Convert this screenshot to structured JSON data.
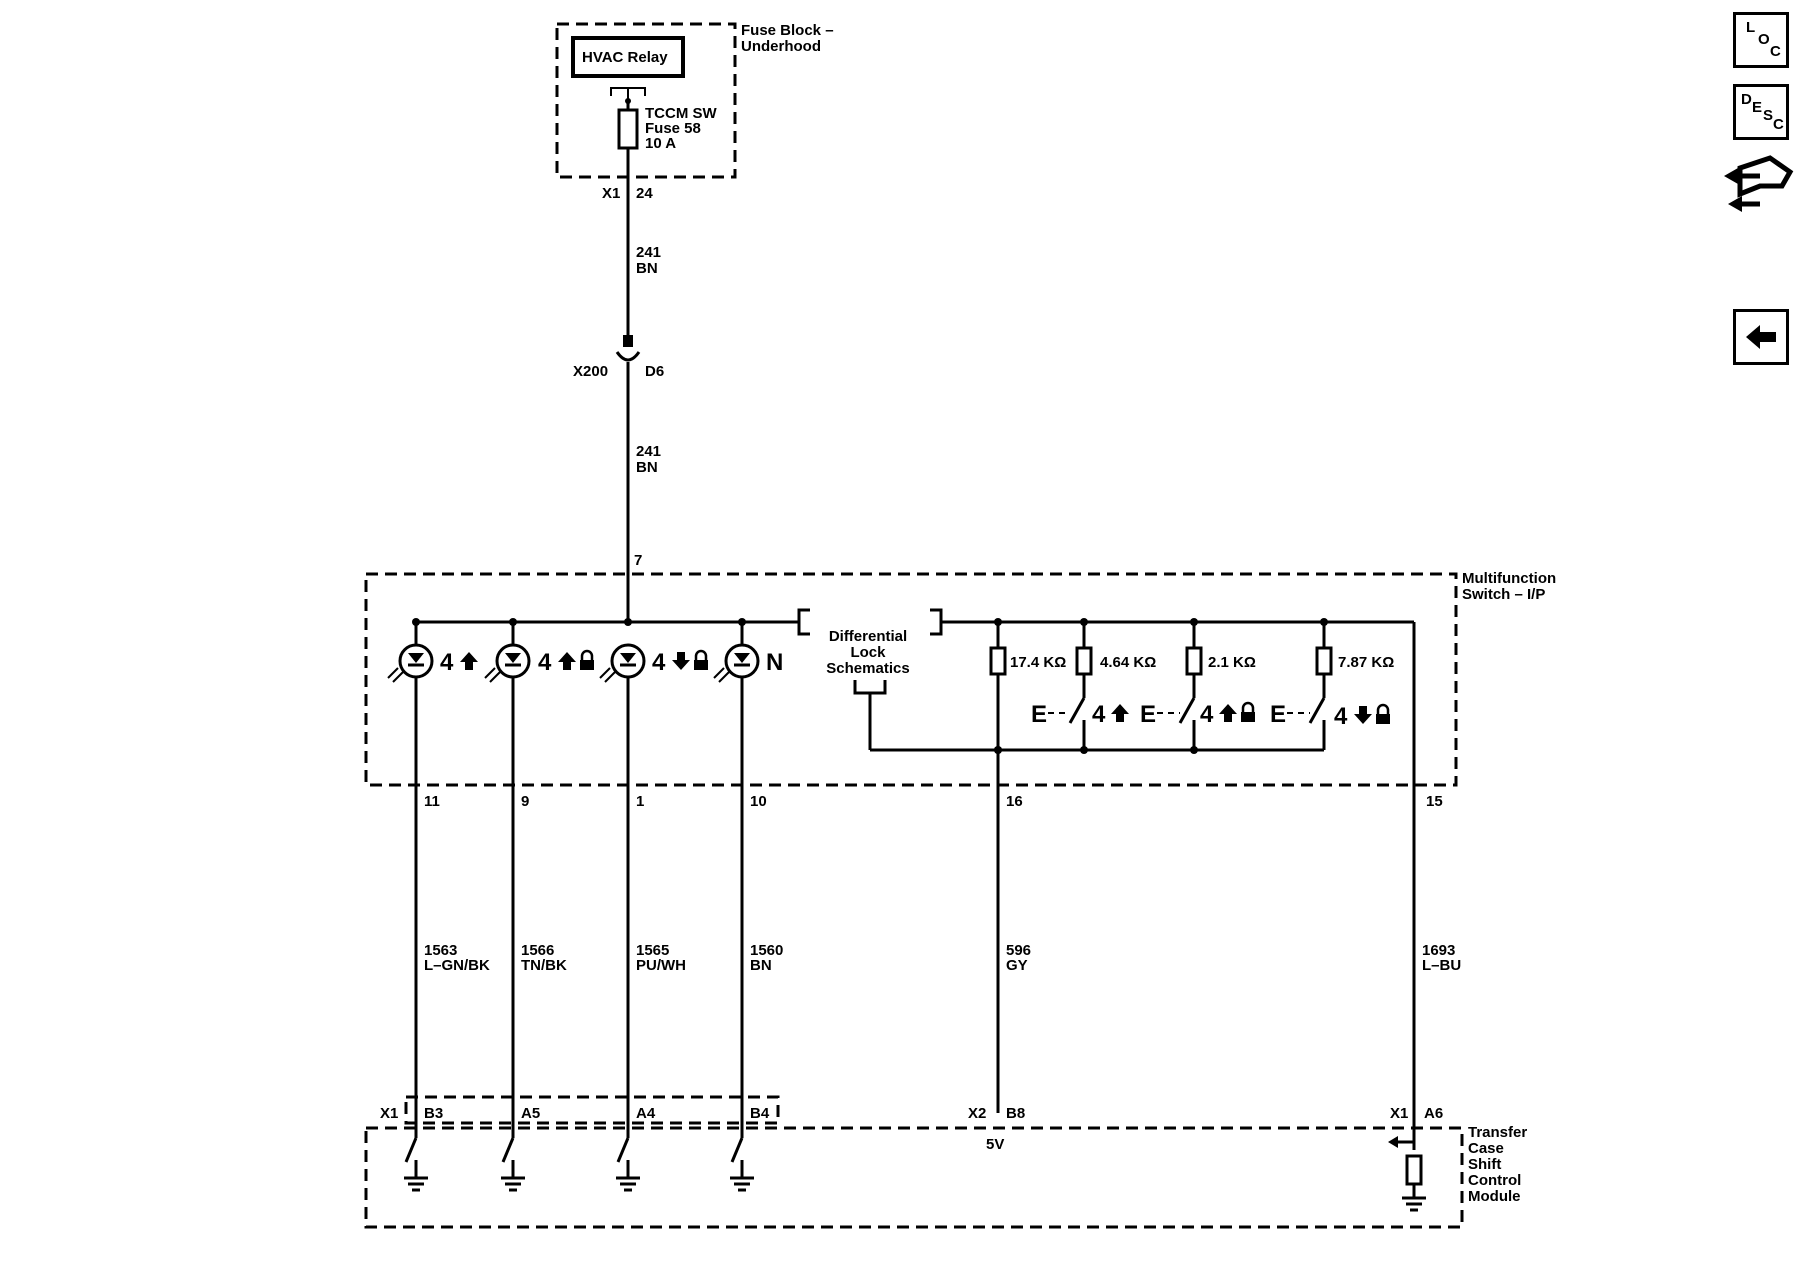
{
  "fuse_block": {
    "title_1": "Fuse Block –",
    "title_2": "Underhood",
    "relay": "HVAC Relay",
    "fuse_1": "TCCM SW",
    "fuse_2": "Fuse 58",
    "fuse_3": "10 A",
    "connector": "X1",
    "pin": "24"
  },
  "wire_top": {
    "number": "241",
    "color": "BN"
  },
  "inline_connector": {
    "name": "X200",
    "pin": "D6"
  },
  "wire_mid": {
    "number": "241",
    "color": "BN"
  },
  "switch": {
    "title_1": "Multifunction",
    "title_2": "Switch – I/P",
    "feed_pin": "7",
    "diff_1": "Differential",
    "diff_2": "Lock",
    "diff_3": "Schematics",
    "lamps": [
      {
        "label": "4",
        "pin": "11"
      },
      {
        "label": "4",
        "pin": "9"
      },
      {
        "label": "4",
        "pin": "1"
      },
      {
        "label": "N",
        "pin": "10"
      }
    ],
    "resistors": [
      "17.4 KΩ",
      "4.64 KΩ",
      "2.1 KΩ",
      "7.87 KΩ"
    ],
    "switch_pole": "E",
    "switch_labels": [
      "4",
      "4",
      "4"
    ],
    "pin_16": "16",
    "pin_15": "15"
  },
  "wires": [
    {
      "number": "1563",
      "color": "L–GN/BK"
    },
    {
      "number": "1566",
      "color": "TN/BK"
    },
    {
      "number": "1565",
      "color": "PU/WH"
    },
    {
      "number": "1560",
      "color": "BN"
    },
    {
      "number": "596",
      "color": "GY"
    },
    {
      "number": "1693",
      "color": "L–BU"
    }
  ],
  "module": {
    "title_1": "Transfer",
    "title_2": "Case",
    "title_3": "Shift",
    "title_4": "Control",
    "title_5": "Module",
    "x1": "X1",
    "pins": [
      "B3",
      "A5",
      "A4",
      "B4"
    ],
    "x2": "X2",
    "x2_pin": "B8",
    "voltage": "5V",
    "x1_b": "X1",
    "x1_b_pin": "A6"
  },
  "nav": {
    "loc": {
      "a": "L",
      "b": "O",
      "c": "C"
    },
    "desc": {
      "a": "D",
      "b": "E",
      "c": "S",
      "d": "C"
    }
  }
}
